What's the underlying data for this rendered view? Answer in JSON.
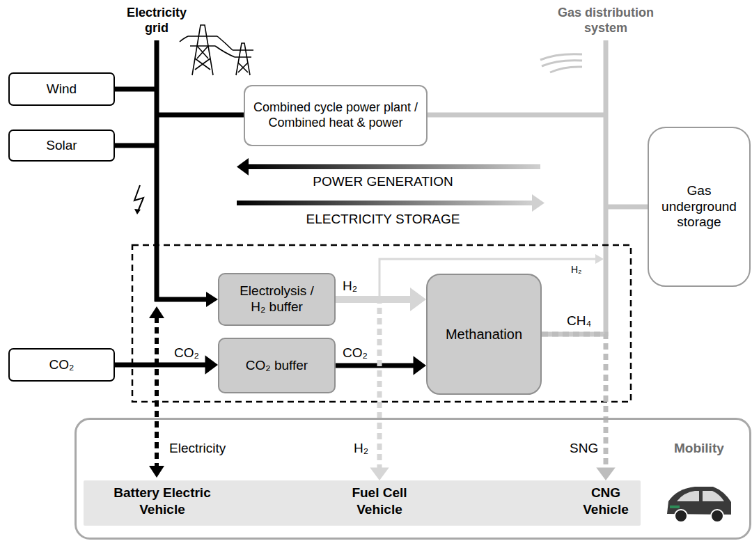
{
  "diagram": {
    "nodes": [
      {
        "text": [
          "Wind"
        ]
      },
      {
        "text": [
          "Solar"
        ]
      },
      {
        "text": [
          "Combined cycle power plant / Combined heat & power"
        ]
      },
      {
        "text": [
          "Gas underground storage"
        ]
      },
      {
        "text": [
          "Electrolysis / H₂ buffer"
        ]
      },
      {
        "text": [
          "Methanation"
        ]
      },
      {
        "text": [
          "CO₂"
        ]
      },
      {
        "text": [
          "CO₂ buffer"
        ]
      },
      {
        "text": [
          "Mobility"
        ]
      },
      {
        "text": [
          "Battery Electric Vehicle",
          "Fuel Cell Vehicle",
          "CNG Vehicle"
        ],
        "in": 8
      }
    ],
    "edges": [
      {
        "from": 6,
        "to": 7,
        "arrow": "to",
        "label": "CO₂"
      },
      {
        "from": 4,
        "to": 5,
        "arrow": "to",
        "label": "H₂"
      },
      {
        "from": 7,
        "to": 5,
        "arrow": "to",
        "label": "CO₂"
      },
      {
        "from": 4,
        "to": 9,
        "arrow": "to",
        "label": "H₂"
      },
      {
        "from": 5,
        "to": 9,
        "arrow": "to",
        "label": "SNG"
      }
    ],
    "labels": [
      "Electricity grid",
      "Gas distribution system",
      "POWER GENERATION",
      "ELECTRICITY STORAGE",
      "H₂",
      "CH₄",
      "Electricity"
    ]
  }
}
